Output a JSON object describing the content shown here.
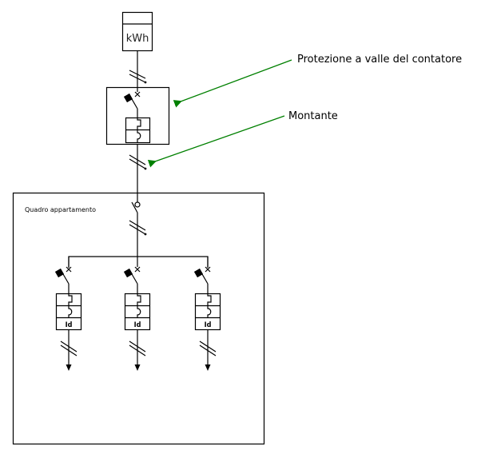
{
  "diagram": {
    "meter": {
      "label": "kWh"
    },
    "annotations": [
      {
        "text": "Protezione a valle del contatore",
        "color": "#008000"
      },
      {
        "text": "Montante",
        "color": "#008000"
      }
    ],
    "panel": {
      "title": "Quadro appartamento"
    },
    "branches": [
      {
        "device_label": "Id"
      },
      {
        "device_label": "Id"
      },
      {
        "device_label": "Id"
      }
    ]
  }
}
